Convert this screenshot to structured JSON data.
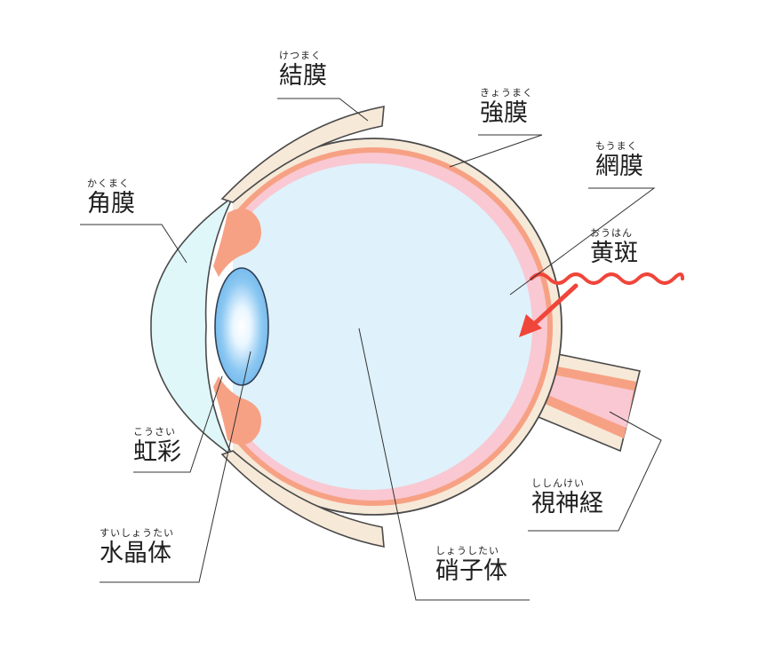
{
  "labels": {
    "ketsumaku": {
      "ruby": "けつまく",
      "text": "結膜"
    },
    "kyoumaku": {
      "ruby": "きょうまく",
      "text": "強膜"
    },
    "moumaku": {
      "ruby": "もうまく",
      "text": "網膜"
    },
    "kakumaku": {
      "ruby": "かくまく",
      "text": "角膜"
    },
    "ouhan": {
      "ruby": "おうはん",
      "text": "黄斑"
    },
    "kousai": {
      "ruby": "こうさい",
      "text": "虹彩"
    },
    "shishinkei": {
      "ruby": "ししんけい",
      "text": "視神経"
    },
    "suishoutai": {
      "ruby": "すいしょうたい",
      "text": "水晶体"
    },
    "shoushitai": {
      "ruby": "しょうしたい",
      "text": "硝子体"
    }
  },
  "colors": {
    "sclera": "#f6e9d8",
    "choroid": "#f7a184",
    "retina": "#f9c8d2",
    "vitreous": "#dff1fb",
    "cornea": "#dff7f9",
    "lens": "#6fb6ec",
    "light_ray": "#f0453a",
    "outline": "#4a4a4a",
    "leader": "#333333"
  }
}
